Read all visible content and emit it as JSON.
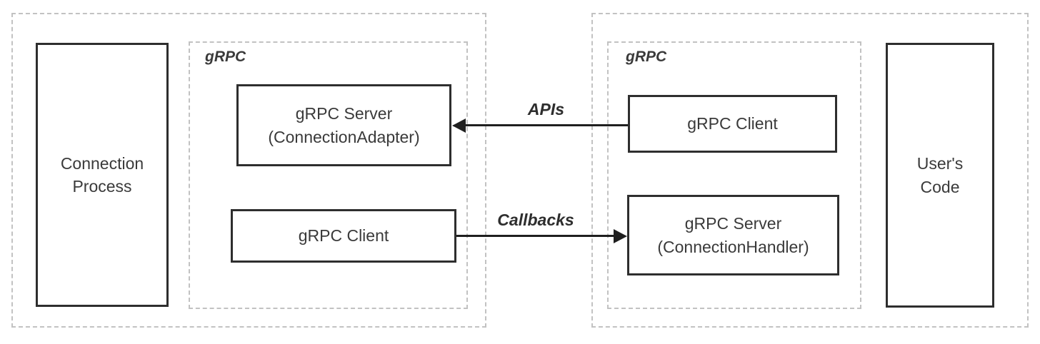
{
  "left_group": {
    "connection_process_label": "Connection\nProcess",
    "grpc_label": "gRPC",
    "server_label": "gRPC Server\n(ConnectionAdapter)",
    "client_label": "gRPC Client"
  },
  "right_group": {
    "grpc_label": "gRPC",
    "client_label": "gRPC Client",
    "server_label": "gRPC Server\n(ConnectionHandler)",
    "users_code_label": "User's\nCode"
  },
  "arrows": {
    "apis": {
      "label": "APIs",
      "direction": "left"
    },
    "callbacks": {
      "label": "Callbacks",
      "direction": "right"
    }
  },
  "colors": {
    "solid_border": "#2e2e2e",
    "dashed_border": "#c2c2c2",
    "arrow": "#1f1f1f",
    "text": "#3a3a3a",
    "background": "#ffffff"
  }
}
